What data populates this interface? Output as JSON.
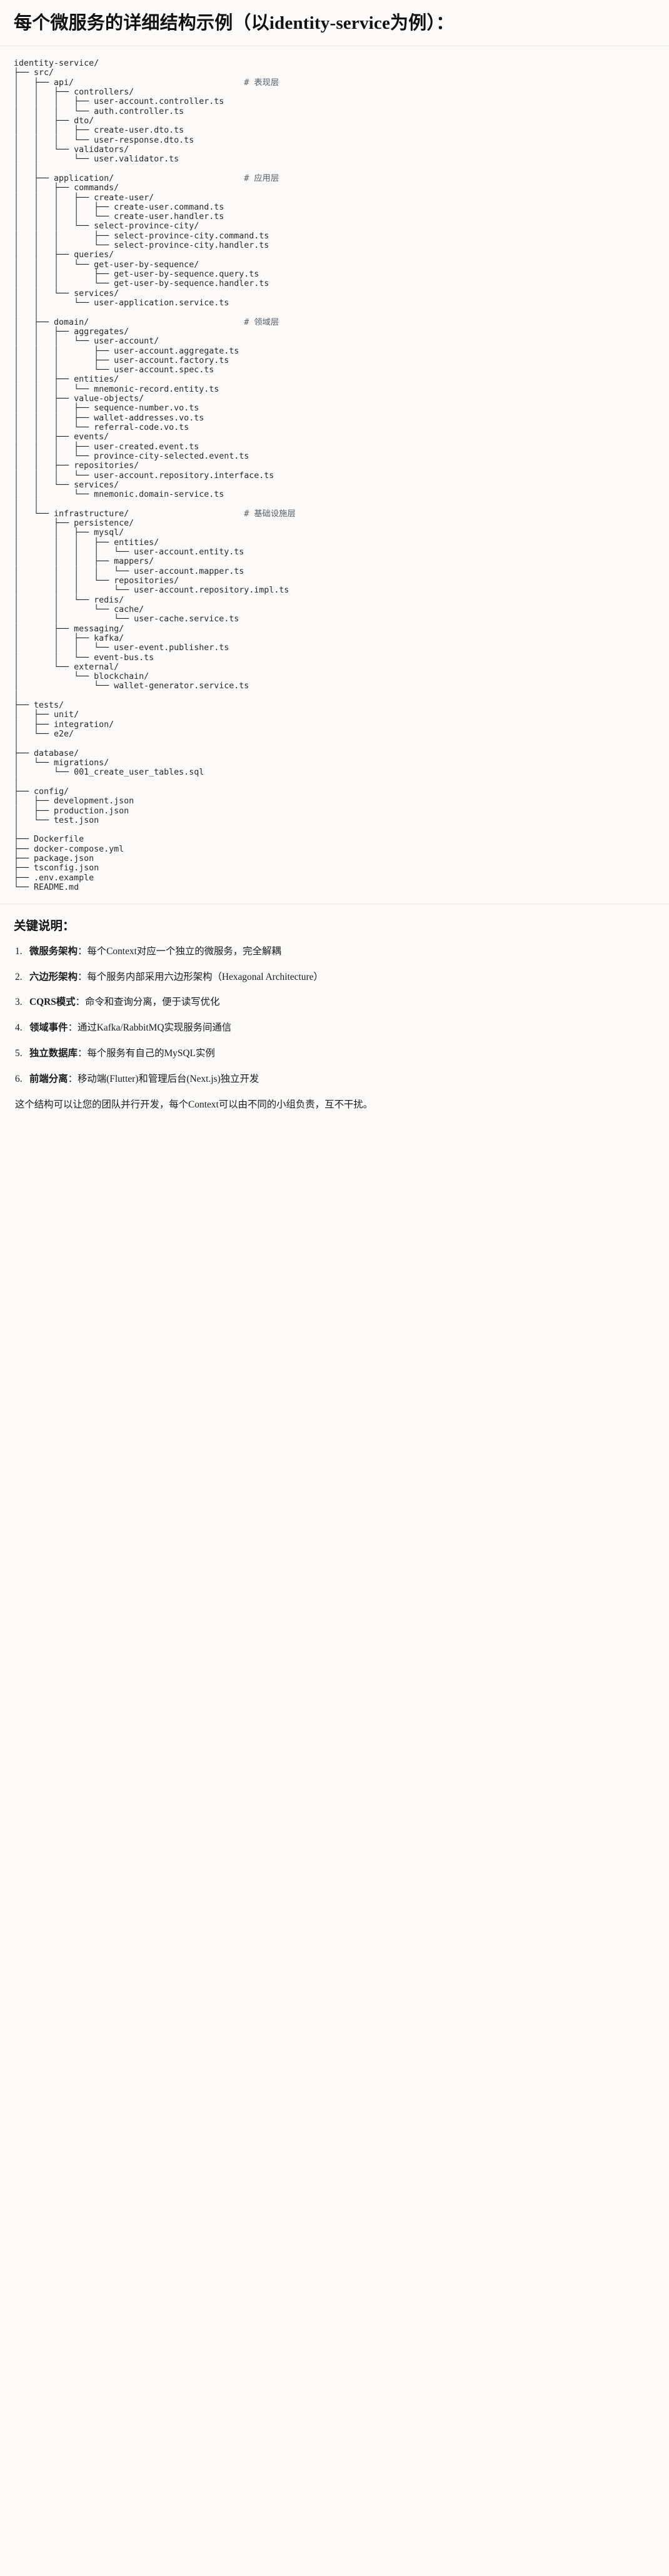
{
  "document": {
    "heading": "每个微服务的详细结构示例（以identity-service为例）：",
    "tree_root": "identity-service/",
    "tree_lines": [
      {
        "text": "identity-service/",
        "comment": ""
      },
      {
        "text": "├── src/",
        "comment": ""
      },
      {
        "text": "│   ├── api/",
        "comment": "# 表现层"
      },
      {
        "text": "│   │   ├── controllers/",
        "comment": ""
      },
      {
        "text": "│   │   │   ├── user-account.controller.ts",
        "comment": ""
      },
      {
        "text": "│   │   │   └── auth.controller.ts",
        "comment": ""
      },
      {
        "text": "│   │   ├── dto/",
        "comment": ""
      },
      {
        "text": "│   │   │   ├── create-user.dto.ts",
        "comment": ""
      },
      {
        "text": "│   │   │   └── user-response.dto.ts",
        "comment": ""
      },
      {
        "text": "│   │   └── validators/",
        "comment": ""
      },
      {
        "text": "│   │       └── user.validator.ts",
        "comment": ""
      },
      {
        "text": "│   │",
        "comment": ""
      },
      {
        "text": "│   ├── application/",
        "comment": "# 应用层"
      },
      {
        "text": "│   │   ├── commands/",
        "comment": ""
      },
      {
        "text": "│   │   │   ├── create-user/",
        "comment": ""
      },
      {
        "text": "│   │   │   │   ├── create-user.command.ts",
        "comment": ""
      },
      {
        "text": "│   │   │   │   └── create-user.handler.ts",
        "comment": ""
      },
      {
        "text": "│   │   │   └── select-province-city/",
        "comment": ""
      },
      {
        "text": "│   │   │       ├── select-province-city.command.ts",
        "comment": ""
      },
      {
        "text": "│   │   │       └── select-province-city.handler.ts",
        "comment": ""
      },
      {
        "text": "│   │   ├── queries/",
        "comment": ""
      },
      {
        "text": "│   │   │   └── get-user-by-sequence/",
        "comment": ""
      },
      {
        "text": "│   │   │       ├── get-user-by-sequence.query.ts",
        "comment": ""
      },
      {
        "text": "│   │   │       └── get-user-by-sequence.handler.ts",
        "comment": ""
      },
      {
        "text": "│   │   └── services/",
        "comment": ""
      },
      {
        "text": "│   │       └── user-application.service.ts",
        "comment": ""
      },
      {
        "text": "│   │",
        "comment": ""
      },
      {
        "text": "│   ├── domain/",
        "comment": "# 领域层"
      },
      {
        "text": "│   │   ├── aggregates/",
        "comment": ""
      },
      {
        "text": "│   │   │   └── user-account/",
        "comment": ""
      },
      {
        "text": "│   │   │       ├── user-account.aggregate.ts",
        "comment": ""
      },
      {
        "text": "│   │   │       ├── user-account.factory.ts",
        "comment": ""
      },
      {
        "text": "│   │   │       └── user-account.spec.ts",
        "comment": ""
      },
      {
        "text": "│   │   ├── entities/",
        "comment": ""
      },
      {
        "text": "│   │   │   └── mnemonic-record.entity.ts",
        "comment": ""
      },
      {
        "text": "│   │   ├── value-objects/",
        "comment": ""
      },
      {
        "text": "│   │   │   ├── sequence-number.vo.ts",
        "comment": ""
      },
      {
        "text": "│   │   │   ├── wallet-addresses.vo.ts",
        "comment": ""
      },
      {
        "text": "│   │   │   └── referral-code.vo.ts",
        "comment": ""
      },
      {
        "text": "│   │   ├── events/",
        "comment": ""
      },
      {
        "text": "│   │   │   ├── user-created.event.ts",
        "comment": ""
      },
      {
        "text": "│   │   │   └── province-city-selected.event.ts",
        "comment": ""
      },
      {
        "text": "│   │   ├── repositories/",
        "comment": ""
      },
      {
        "text": "│   │   │   └── user-account.repository.interface.ts",
        "comment": ""
      },
      {
        "text": "│   │   └── services/",
        "comment": ""
      },
      {
        "text": "│   │       └── mnemonic.domain-service.ts",
        "comment": ""
      },
      {
        "text": "│   │",
        "comment": ""
      },
      {
        "text": "│   └── infrastructure/",
        "comment": "# 基础设施层"
      },
      {
        "text": "│       ├── persistence/",
        "comment": ""
      },
      {
        "text": "│       │   ├── mysql/",
        "comment": ""
      },
      {
        "text": "│       │   │   ├── entities/",
        "comment": ""
      },
      {
        "text": "│       │   │   │   └── user-account.entity.ts",
        "comment": ""
      },
      {
        "text": "│       │   │   ├── mappers/",
        "comment": ""
      },
      {
        "text": "│       │   │   │   └── user-account.mapper.ts",
        "comment": ""
      },
      {
        "text": "│       │   │   └── repositories/",
        "comment": ""
      },
      {
        "text": "│       │   │       └── user-account.repository.impl.ts",
        "comment": ""
      },
      {
        "text": "│       │   └── redis/",
        "comment": ""
      },
      {
        "text": "│       │       └── cache/",
        "comment": ""
      },
      {
        "text": "│       │           └── user-cache.service.ts",
        "comment": ""
      },
      {
        "text": "│       ├── messaging/",
        "comment": ""
      },
      {
        "text": "│       │   ├── kafka/",
        "comment": ""
      },
      {
        "text": "│       │   │   └── user-event.publisher.ts",
        "comment": ""
      },
      {
        "text": "│       │   └── event-bus.ts",
        "comment": ""
      },
      {
        "text": "│       └── external/",
        "comment": ""
      },
      {
        "text": "│           └── blockchain/",
        "comment": ""
      },
      {
        "text": "│               └── wallet-generator.service.ts",
        "comment": ""
      },
      {
        "text": "│",
        "comment": ""
      },
      {
        "text": "├── tests/",
        "comment": ""
      },
      {
        "text": "│   ├── unit/",
        "comment": ""
      },
      {
        "text": "│   ├── integration/",
        "comment": ""
      },
      {
        "text": "│   └── e2e/",
        "comment": ""
      },
      {
        "text": "│",
        "comment": ""
      },
      {
        "text": "├── database/",
        "comment": ""
      },
      {
        "text": "│   └── migrations/",
        "comment": ""
      },
      {
        "text": "│       └── 001_create_user_tables.sql",
        "comment": ""
      },
      {
        "text": "│",
        "comment": ""
      },
      {
        "text": "├── config/",
        "comment": ""
      },
      {
        "text": "│   ├── development.json",
        "comment": ""
      },
      {
        "text": "│   ├── production.json",
        "comment": ""
      },
      {
        "text": "│   └── test.json",
        "comment": ""
      },
      {
        "text": "│",
        "comment": ""
      },
      {
        "text": "├── Dockerfile",
        "comment": ""
      },
      {
        "text": "├── docker-compose.yml",
        "comment": ""
      },
      {
        "text": "├── package.json",
        "comment": ""
      },
      {
        "text": "├── tsconfig.json",
        "comment": ""
      },
      {
        "text": "├── .env.example",
        "comment": ""
      },
      {
        "text": "└── README.md",
        "comment": ""
      }
    ],
    "comment_column": 46,
    "notes_title": "关键说明：",
    "notes": [
      {
        "lead": "微服务架构",
        "body": "：每个Context对应一个独立的微服务，完全解耦"
      },
      {
        "lead": "六边形架构",
        "body": "：每个服务内部采用六边形架构（Hexagonal Architecture）"
      },
      {
        "lead": "CQRS模式",
        "body": "：命令和查询分离，便于读写优化"
      },
      {
        "lead": "领域事件",
        "body": "：通过Kafka/RabbitMQ实现服务间通信"
      },
      {
        "lead": "独立数据库",
        "body": "：每个服务有自己的MySQL实例"
      },
      {
        "lead": "前端分离",
        "body": "：移动端(Flutter)和管理后台(Next.js)独立开发"
      }
    ],
    "closing": "这个结构可以让您的团队并行开发，每个Context可以由不同的小组负责，互不干扰。"
  },
  "colors": {
    "background": "#fbfaf8",
    "text": "#1a1a1a",
    "code_text": "#24292f",
    "comment_text": "#57606a",
    "divider": "#e6e3dd"
  }
}
